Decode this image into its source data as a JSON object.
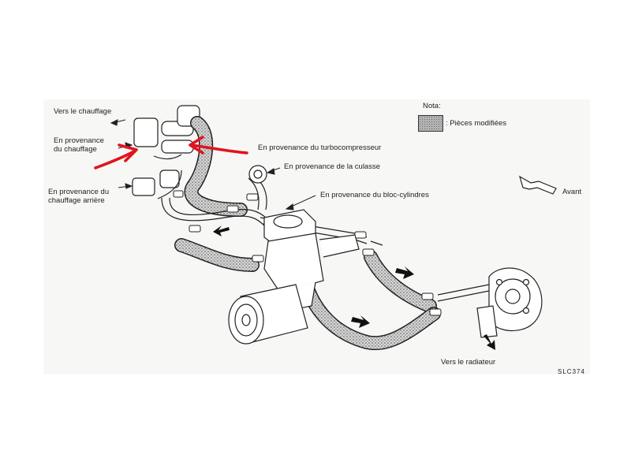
{
  "labels": {
    "vers_chauffage": "Vers le chauffage",
    "prov_chauffage_1": "En provenance",
    "prov_chauffage_2": "du chauffage",
    "prov_chauffage_arriere_1": "En provenance du",
    "prov_chauffage_arriere_2": "chauffage arrière",
    "prov_turbo": "En provenance du turbocompresseur",
    "prov_culasse": "En provenance de la culasse",
    "prov_bloc": "En provenance du bloc-cylindres",
    "nota": "Nota:",
    "pieces_modifiees": ": Pièces modifiées",
    "avant": "Avant",
    "vers_radiateur": "Vers le radiateur",
    "ref_code": "SLC374"
  },
  "colors": {
    "annotation_arrow": "#e0141e",
    "ink": "#222222",
    "hose_fill": "#cfcfcf"
  }
}
